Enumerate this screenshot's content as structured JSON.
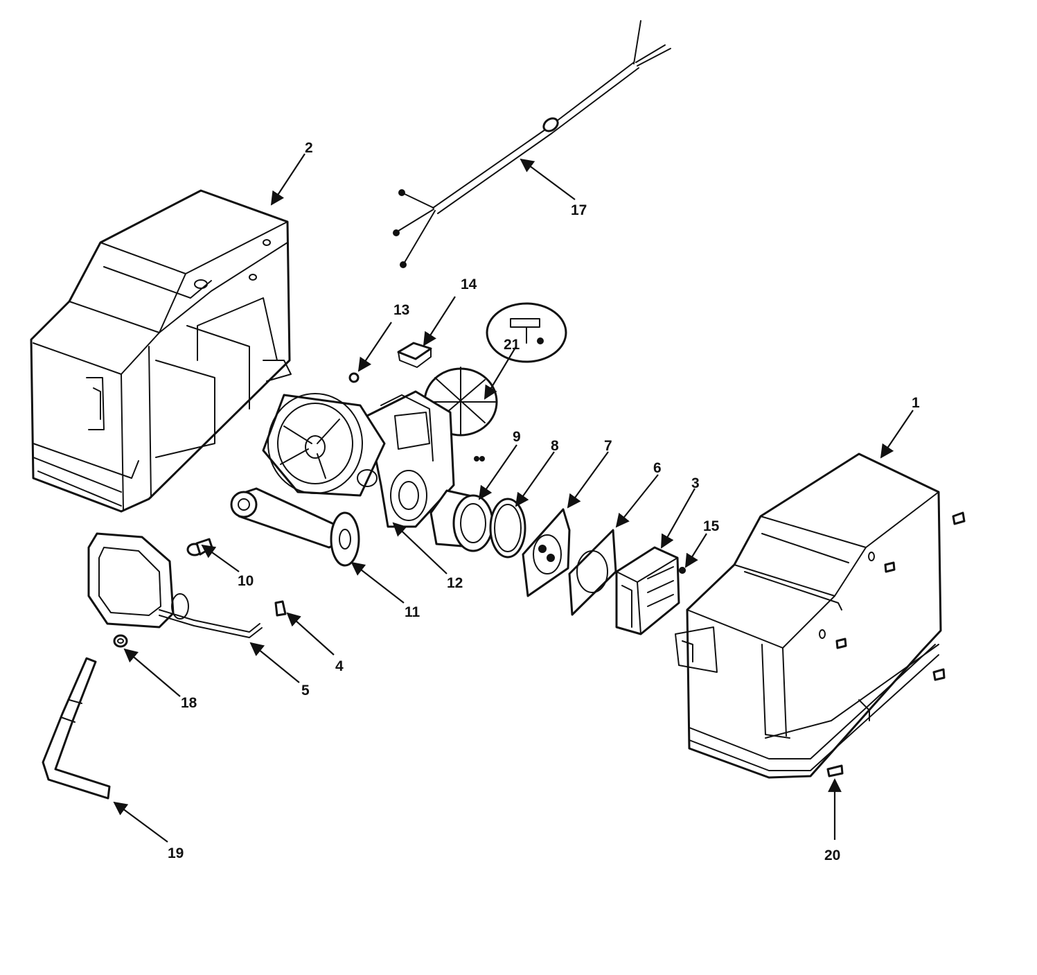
{
  "diagram": {
    "type": "exploded-parts-view",
    "callouts": [
      {
        "id": "1",
        "label": "1"
      },
      {
        "id": "2",
        "label": "2"
      },
      {
        "id": "3",
        "label": "3"
      },
      {
        "id": "4",
        "label": "4"
      },
      {
        "id": "5",
        "label": "5"
      },
      {
        "id": "6",
        "label": "6"
      },
      {
        "id": "7",
        "label": "7"
      },
      {
        "id": "8",
        "label": "8"
      },
      {
        "id": "9",
        "label": "9"
      },
      {
        "id": "10",
        "label": "10"
      },
      {
        "id": "11",
        "label": "11"
      },
      {
        "id": "12",
        "label": "12"
      },
      {
        "id": "13",
        "label": "13"
      },
      {
        "id": "14",
        "label": "14"
      },
      {
        "id": "15",
        "label": "15"
      },
      {
        "id": "17",
        "label": "17"
      },
      {
        "id": "18",
        "label": "18"
      },
      {
        "id": "19",
        "label": "19"
      },
      {
        "id": "20",
        "label": "20"
      },
      {
        "id": "21",
        "label": "21"
      }
    ]
  }
}
